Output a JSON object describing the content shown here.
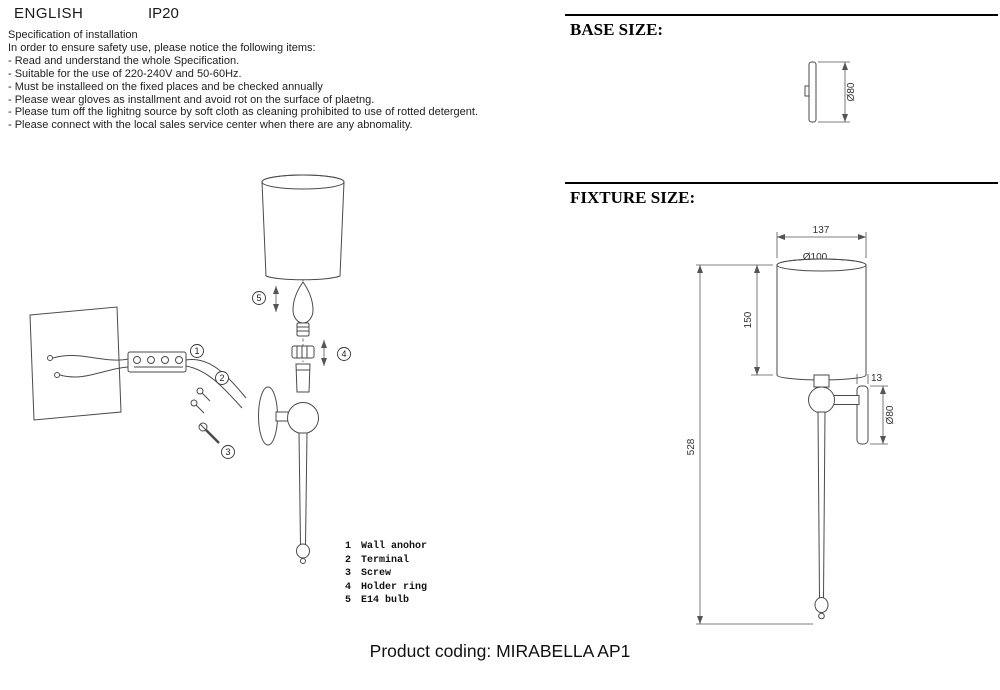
{
  "header": {
    "language": "ENGLISH",
    "ip_rating": "IP20"
  },
  "spec": {
    "title": "Specification of installation",
    "lines": [
      "In order to ensure safety use, please notice the following items:",
      "- Read and understand the whole Specification.",
      "- Suitable for the use of 220-240V and 50-60Hz.",
      "- Must be installeed on the fixed places and be checked annually",
      "- Please wear gloves as installment and avoid rot on the surface of plaetng.",
      "- Please tum off the lighitng source by soft cloth as cleaning prohibited to use of rotted detergent.",
      "- Please connect with the local sales service center when there are any abnomality."
    ]
  },
  "sections": {
    "base_title": "BASE SIZE:",
    "fixture_title": "FIXTURE SIZE:"
  },
  "base_size": {
    "diameter": "Ø80"
  },
  "fixture_size": {
    "width": "137",
    "shade_diameter": "Ø100",
    "shade_height": "150",
    "overall_height": "528",
    "plate_thickness": "13",
    "plate_diameter": "Ø80"
  },
  "parts": [
    {
      "num": "1",
      "label": "Wall anohor"
    },
    {
      "num": "2",
      "label": "Terminal"
    },
    {
      "num": "3",
      "label": "Screw"
    },
    {
      "num": "4",
      "label": "Holder ring"
    },
    {
      "num": "5",
      "label": "E14 bulb"
    }
  ],
  "callouts": {
    "c1": "1",
    "c2": "2",
    "c3": "3",
    "c4": "4",
    "c5": "5"
  },
  "footer": {
    "product_coding": "Product coding: MIRABELLA AP1"
  }
}
